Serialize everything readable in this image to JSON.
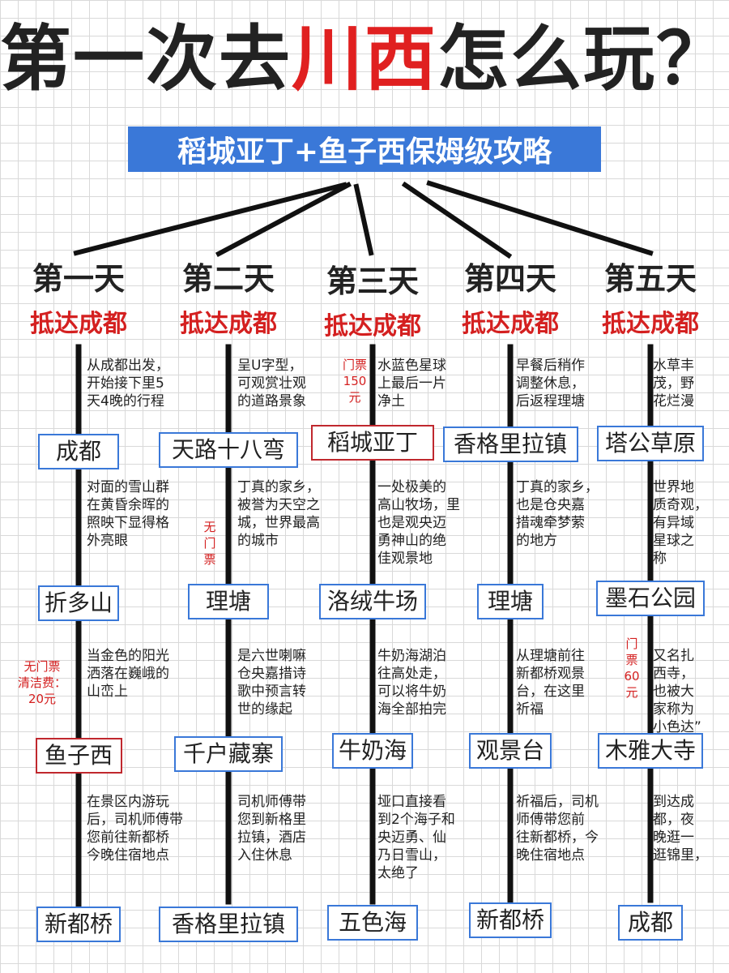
{
  "title": {
    "part1": "第一次去",
    "part2": "川西",
    "part3": "怎么玩？"
  },
  "subtitle": "稻城亚丁+鱼子西保姆级攻略",
  "days": [
    {
      "name": "第一天",
      "arrive": "抵达成都",
      "places": [
        "成都",
        "折多山",
        "鱼子西",
        "新都桥"
      ],
      "descs": [
        [
          "从成都出发，",
          "开始接下里5",
          "天4晚的行程"
        ],
        [
          "对面的雪山群",
          "在黄昏余晖的",
          "照映下显得格",
          "外亮眼"
        ],
        [
          "当金色的阳光",
          "洒落在巍峨的",
          "山峦上"
        ],
        [
          "在景区内游玩",
          "后，司机师傅带",
          "您前往新都桥",
          "今晚住宿地点"
        ]
      ]
    },
    {
      "name": "第二天",
      "arrive": "抵达成都",
      "places": [
        "天路十八弯",
        "理塘",
        "千户藏寨",
        "香格里拉镇"
      ],
      "descs": [
        [
          "呈U字型，",
          "可观赏壮观",
          "的道路景象"
        ],
        [
          "丁真的家乡，",
          "被誉为天空之",
          "城，世界最高",
          "的城市"
        ],
        [
          "是六世喇嘛",
          "仓央嘉措诗",
          "歌中预言转",
          "世的缘起"
        ],
        [
          "司机师傅带",
          "您到新格里",
          "拉镇，酒店",
          "入住休息"
        ]
      ]
    },
    {
      "name": "第三天",
      "arrive": "抵达成都",
      "places": [
        "稻城亚丁",
        "洛绒牛场",
        "牛奶海",
        "五色海"
      ],
      "descs": [
        [
          "水蓝色星球",
          "上最后一片",
          "净土"
        ],
        [
          "一处极美的",
          "高山牧场，里",
          "也是观央迈",
          "勇神山的绝",
          "佳观景地"
        ],
        [
          "牛奶海湖泊",
          "往高处走，",
          "可以将牛奶",
          "海全部拍完"
        ],
        [
          "垭口直接看",
          "到2个海子和",
          "央迈勇、仙",
          "乃日雪山，",
          "太绝了"
        ]
      ]
    },
    {
      "name": "第四天",
      "arrive": "抵达成都",
      "places": [
        "香格里拉镇",
        "理塘",
        "观景台",
        "新都桥"
      ],
      "descs": [
        [
          "早餐后稍作",
          "调整休息，",
          "后返程理塘"
        ],
        [
          "丁真的家乡，",
          "也是仓央嘉",
          "措魂牵梦萦",
          "的地方"
        ],
        [
          "从理塘前往",
          "新都桥观景",
          "台，在这里",
          "祈福"
        ],
        [
          "祈福后，司机",
          "师傅带您前",
          "往新都桥，今",
          "晚住宿地点"
        ]
      ]
    },
    {
      "name": "第五天",
      "arrive": "抵达成都",
      "places": [
        "塔公草原",
        "墨石公园",
        "木雅大寺",
        "成都"
      ],
      "descs": [
        [
          "水草丰",
          "茂，野",
          "花烂漫"
        ],
        [
          "世界地",
          "质奇观，",
          "有异域",
          "星球之",
          "称"
        ],
        [
          "又名扎",
          "西寺，",
          "也被大",
          "家称为",
          "小色达”"
        ],
        [
          "到达成",
          "都，夜",
          "晚逛一",
          "逛锦里，"
        ]
      ]
    }
  ],
  "notes": {
    "daocheng_ticket": [
      "门票",
      "150",
      "元"
    ],
    "litang_free": [
      "无",
      "门",
      "票"
    ],
    "yuzixi": [
      "无门票",
      "清洁费：",
      "20元"
    ],
    "muya_ticket": [
      "门",
      "票",
      "60",
      "元"
    ]
  },
  "colors": {
    "accent_red": "#e02020",
    "box_blue": "#3a78d8",
    "box_red": "#c0282e",
    "banner_bg": "#3a78d8"
  }
}
